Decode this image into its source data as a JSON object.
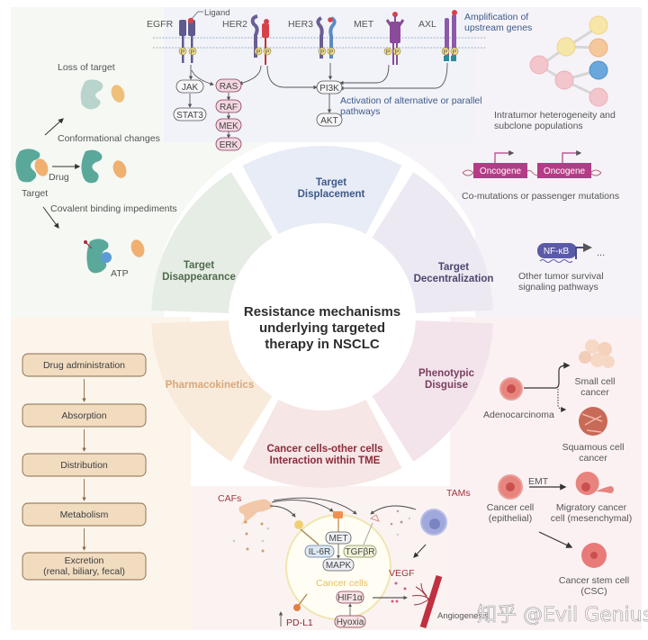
{
  "title": "Resistance mechanisms underlying targeted therapy in NSCLC",
  "center_title_lines": [
    "Resistance mechanisms",
    "underlying targeted",
    "therapy in NSCLC"
  ],
  "colors": {
    "displacement": "#3d5a8a",
    "disappearance": "#4f6b4f",
    "decentralization": "#4d4670",
    "pharmacokinetics": "#d9a77a",
    "phenotypic": "#7a3e5e",
    "tme": "#8c2a3a",
    "oncogene": "#b43c86",
    "nfkb": "#5b5aa8"
  },
  "segments": {
    "displacement": [
      "Target",
      "Displacement"
    ],
    "disappearance": [
      "Target",
      "Disappearance"
    ],
    "decentralization": [
      "Target",
      "Decentralization"
    ],
    "pharmacokinetics": [
      "Pharmacokinetics"
    ],
    "phenotypic": [
      "Phenotypic",
      "Disguise"
    ],
    "tme": [
      "Cancer cells-other cells",
      "Interaction within TME"
    ]
  },
  "top_panel": {
    "receptors": [
      "EGFR",
      "HER2",
      "HER3",
      "MET",
      "AXL"
    ],
    "ligand": "Ligand",
    "phospho": "P",
    "amplification": [
      "Amplification of",
      "upstream genes"
    ],
    "nodes": {
      "jak": "JAK",
      "stat3": "STAT3",
      "ras": "RAS",
      "raf": "RAF",
      "mek": "MEK",
      "erk": "ERK",
      "pi3k": "PI3K",
      "akt": "AKT"
    },
    "activation": [
      "Activation of alternative or parallel",
      "pathways"
    ]
  },
  "left_top_panel": {
    "loss": "Loss of target",
    "conformational": "Conformational changes",
    "drug": "Drug",
    "target": "Target",
    "covalent": "Covalent binding impediments",
    "atp": "ATP"
  },
  "right_top_panel": {
    "heterogeneity": [
      "Intratumor heterogeneity and",
      "subclone populations"
    ],
    "oncogene": "Oncogene",
    "comutations": "Co-mutations or passenger mutations",
    "nfkb": "NF-κB",
    "ellipsis": "...",
    "other_pathways": [
      "Other tumor survival",
      "signaling pathways"
    ]
  },
  "pk_steps": [
    [
      "Drug administration"
    ],
    [
      "Absorption"
    ],
    [
      "Distribution"
    ],
    [
      "Metabolism"
    ],
    [
      "Excretion",
      "(renal, biliary, fecal)"
    ]
  ],
  "phenotypic_panel": {
    "adenocarcinoma": "Adenocarcinoma",
    "small_cell": [
      "Small cell",
      "cancer"
    ],
    "squamous": [
      "Squamous cell",
      "cancer"
    ],
    "emt": "EMT",
    "cancer_cell": [
      "Cancer cell",
      "(epithelial)"
    ],
    "migratory": [
      "Migratory cancer",
      "cell (mesenchymal)"
    ],
    "csc": [
      "Cancer stem cell",
      "(CSC)"
    ]
  },
  "tme_panel": {
    "cafs": "CAFs",
    "tams": "TAMs",
    "met": "MET",
    "il6r": "IL-6R",
    "tgfbr": "TGFβR",
    "mapk": "MAPK",
    "cancer_cells": "Cancer cells",
    "hif1a": "HIF1α",
    "hypoxia": "Hyoxia",
    "pdl1": "PD-L1",
    "vegf": "VEGF",
    "angiogenesis": "Angiogenesis"
  },
  "watermark": "知乎 @Evil Genius"
}
